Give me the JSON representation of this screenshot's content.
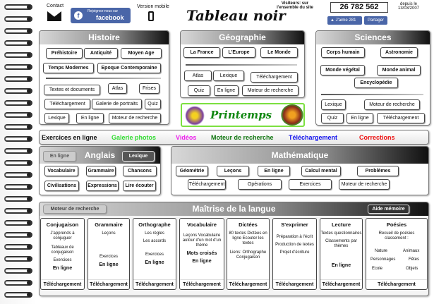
{
  "header": {
    "contact": "Contact",
    "fb_small": "Rejoignez-nous sur",
    "fb_big": "facebook",
    "mobile": "Version mobile",
    "title": "Tableau noir",
    "visitors_label": "Visiteurs: sur l'ensemble du site",
    "counter": "26 782 562",
    "since": "depuis le 13/03/2007",
    "like": "J'aime 281",
    "share": "Partager"
  },
  "histoire": {
    "title": "Histoire",
    "buttons": [
      "Préhistoire",
      "Antiquité",
      "Moyen Age",
      "Temps Modernes",
      "Epoque Contemporaine",
      "Textes et documents",
      "Atlas",
      "Frises",
      "Téléchargement",
      "Galerie de portraits",
      "Quiz",
      "Lexique",
      "En ligne",
      "Moteur de recherche"
    ]
  },
  "geographie": {
    "title": "Géographie",
    "buttons": [
      "La France",
      "L'Europe",
      "Le Monde",
      "Atlas",
      "Lexique",
      "Téléchargement",
      "Quiz",
      "En ligne",
      "Moteur de recherche"
    ]
  },
  "banner": {
    "text": "Printemps"
  },
  "sciences": {
    "title": "Sciences",
    "buttons": [
      "Corps humain",
      "Astronomie",
      "Monde végétal",
      "Monde animal",
      "Encyclopédie",
      "Lexique",
      "Moteur de recherche",
      "Quiz",
      "En ligne",
      "Téléchargement"
    ]
  },
  "exercices": {
    "items": [
      "Exercices en ligne",
      "Galerie photos",
      "Vidéos",
      "Moteur de recherche",
      "Téléchargement",
      "Corrections"
    ],
    "colors": [
      "#111111",
      "#33dd33",
      "#ee22ee",
      "#117711",
      "#1111ee",
      "#ee1111"
    ]
  },
  "anglais": {
    "title": "Anglais",
    "en_ligne": "En ligne",
    "lexique": "Lexique",
    "buttons": [
      "Vocabulaire",
      "Grammaire",
      "Chansons",
      "Civilisations",
      "Expressions",
      "Lire écouter"
    ]
  },
  "math": {
    "title": "Mathématique",
    "buttons": [
      "Géométrie",
      "Leçons",
      "En ligne",
      "Calcul mental",
      "Problèmes",
      "Téléchargement",
      "Opérations",
      "Exercices",
      "Moteur de recherche"
    ]
  },
  "maitrise": {
    "title": "Maîtrise de la langue",
    "search": "Moteur de recherche",
    "aide": "Aide mémoire",
    "download": "Téléchargement",
    "online": "En ligne",
    "conjugaison": {
      "title": "Conjugaison",
      "lines": [
        "J'apprends à conjuguer",
        "Tableaux de conjugaison",
        "Exercices"
      ]
    },
    "grammaire": {
      "title": "Grammaire",
      "lines": [
        "Leçons",
        "Exercices"
      ]
    },
    "orthographe": {
      "title": "Orthographe",
      "lines": [
        "Les règles",
        "Les accords",
        "Exercices"
      ]
    },
    "vocabulaire": {
      "title": "Vocabulaire",
      "lines": [
        "Leçons Vocabulaire autour d'un mot d'un thème",
        "Mots croisés"
      ]
    },
    "dictees": {
      "title": "Dictées",
      "lines": [
        "80 textes Dictées en ligne Ecouter les textes",
        "Liens: Orthographe Conjugaison"
      ]
    },
    "sexprimer": {
      "title": "S'exprimer",
      "lines": [
        "Préparation à l'écrit",
        "Production de textes",
        "Projet d'écriture"
      ]
    },
    "lecture": {
      "title": "Lecture",
      "lines": [
        "Textes questionnaires",
        "Classements par thèmes"
      ]
    },
    "poesies": {
      "title": "Poésies",
      "lines": [
        "Recueil de poésies classement :",
        "Nature",
        "Animaux",
        "Personnages",
        "Fêtes",
        "Ecole",
        "Objets"
      ]
    }
  }
}
